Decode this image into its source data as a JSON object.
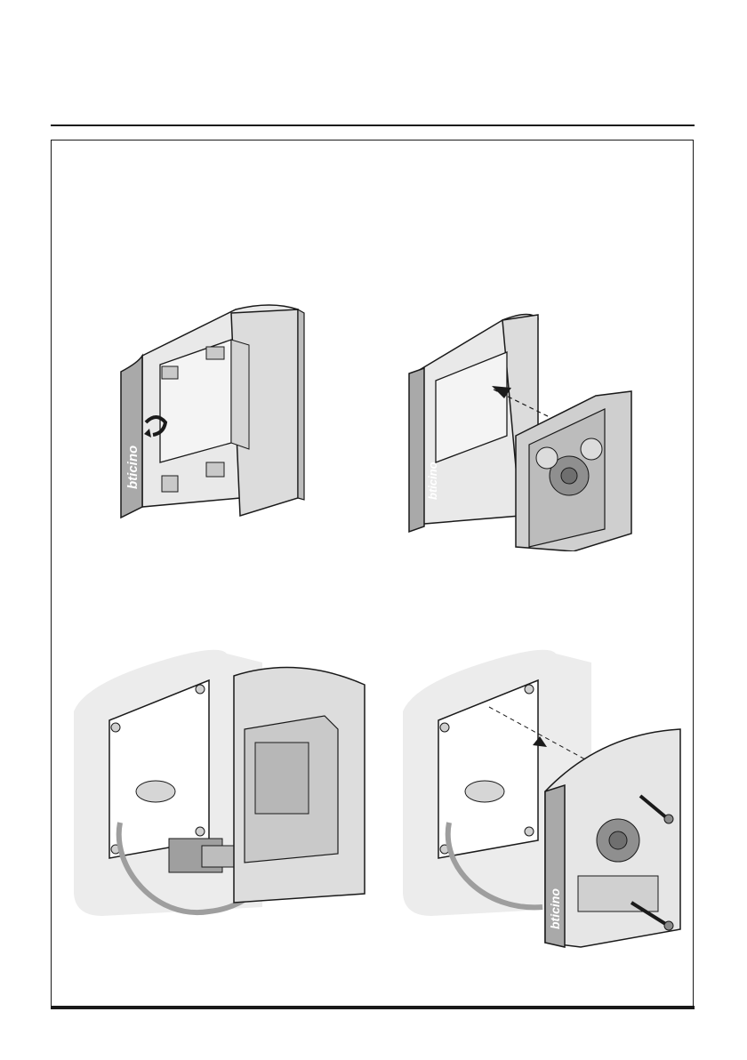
{
  "brand_text": "bticino",
  "steps": [
    {
      "name": "step-open-frame-cover"
    },
    {
      "name": "step-insert-module"
    },
    {
      "name": "step-connect-terminal-block"
    },
    {
      "name": "step-fix-panel-with-screws"
    }
  ],
  "colors": {
    "line": "#1a1a1a",
    "frame_grey": "#e2e2e2",
    "frame_dark": "#b8b8b8",
    "cover_grey": "#a8a8a8",
    "wall_grey": "#ececec",
    "module_grey": "#d0d0d0"
  }
}
